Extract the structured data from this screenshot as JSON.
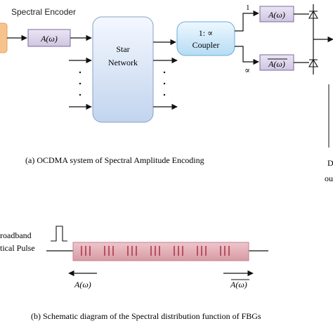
{
  "panel_a": {
    "encoder_label": "Spectral Encoder",
    "encoder_filter": "A(ω)",
    "star_line1": "Star",
    "star_line2": "Network",
    "coupler_line1": "1: ∝",
    "coupler_line2": "Coupler",
    "upper_branch_label": "1",
    "lower_branch_label": "∝",
    "upper_filter": "A(ω)",
    "lower_filter": "A(ω)",
    "caption": "(a)  OCDMA system of Spectral Amplitude Encoding",
    "cut_off_right_1": "D",
    "cut_off_right_2": "ou"
  },
  "panel_b": {
    "source_line1": "roadband",
    "source_line2": "tical Pulse",
    "left_label": "A(ω)",
    "right_label": "A(ω)",
    "caption": "(b) Schematic diagram of the Spectral distribution function of FBGs"
  },
  "colors": {
    "line": "#111111",
    "filter_fill": "#ddd6ec",
    "filter_stroke": "#7a6a9c",
    "star_fill_top": "#f4f8ff",
    "star_fill_bottom": "#c2d4ee",
    "coupler_fill_top": "#eef8ff",
    "coupler_fill_bottom": "#b6dcf4",
    "source_fill": "#f7c38d",
    "fbg_fill": "#e3b4bb",
    "fbg_grating": "#a01d33"
  }
}
